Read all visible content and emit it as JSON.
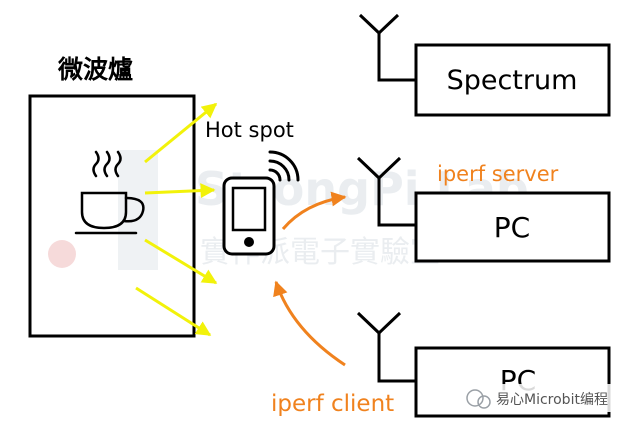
{
  "microwave": {
    "label": "微波爐",
    "icon": "coffee-cup-icon"
  },
  "phone": {
    "label": "Hot spot",
    "icon": "smartphone-wifi-icon"
  },
  "devices": [
    {
      "label": "Spectrum",
      "icon": "antenna-icon"
    },
    {
      "label": "PC",
      "role": "iperf server",
      "icon": "antenna-icon"
    },
    {
      "label": "PC",
      "role": "iperf client",
      "icon": "antenna-icon"
    }
  ],
  "watermark": {
    "brand": "StrongPi Lab",
    "subtitle": "實作派電子實驗室"
  },
  "footer": {
    "source": "易心Microbit编程"
  },
  "colors": {
    "interference": "#f2f20a",
    "link": "#f0821e",
    "line": "#000000",
    "watermark": "#e8ecef"
  }
}
